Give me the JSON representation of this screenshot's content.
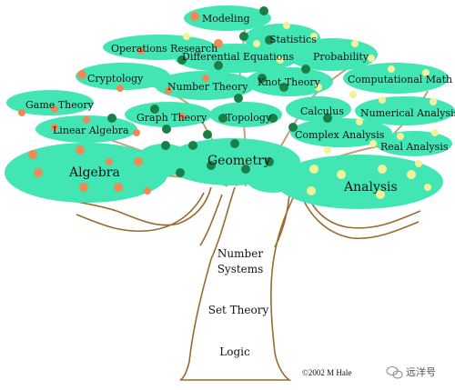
{
  "colors": {
    "foliage": "#41e6b4",
    "trunk_outline": "#9a6a2f",
    "orange_fruit": "#ef8a55",
    "yellow_fruit": "#f4f19a",
    "green_fruit": "#1a7f46",
    "text": "#111111"
  },
  "branches": {
    "modeling": "Modeling",
    "statistics": "Statistics",
    "operations_research": "Operations Research",
    "differential_equations": "Differential Equations",
    "probability": "Probability",
    "cryptology": "Cryptology",
    "number_theory": "Number Theory",
    "knot_theory": "Knot Theory",
    "computational_math": "Computational Math",
    "game_theory": "Game Theory",
    "graph_theory": "Graph Theory",
    "topology": "Topology",
    "calculus": "Calculus",
    "numerical_analysis": "Numerical Analysis",
    "linear_algebra": "Linear Algebra",
    "complex_analysis": "Complex Analysis",
    "real_analysis": "Real Analysis",
    "algebra": "Algebra",
    "geometry": "Geometry",
    "analysis": "Analysis"
  },
  "trunk": {
    "number_systems_line1": "Number",
    "number_systems_line2": "Systems",
    "set_theory": "Set Theory",
    "logic": "Logic"
  },
  "credit": "©2002 M Hale",
  "watermark": {
    "icon": "wechat-icon",
    "text": "远洋号"
  }
}
